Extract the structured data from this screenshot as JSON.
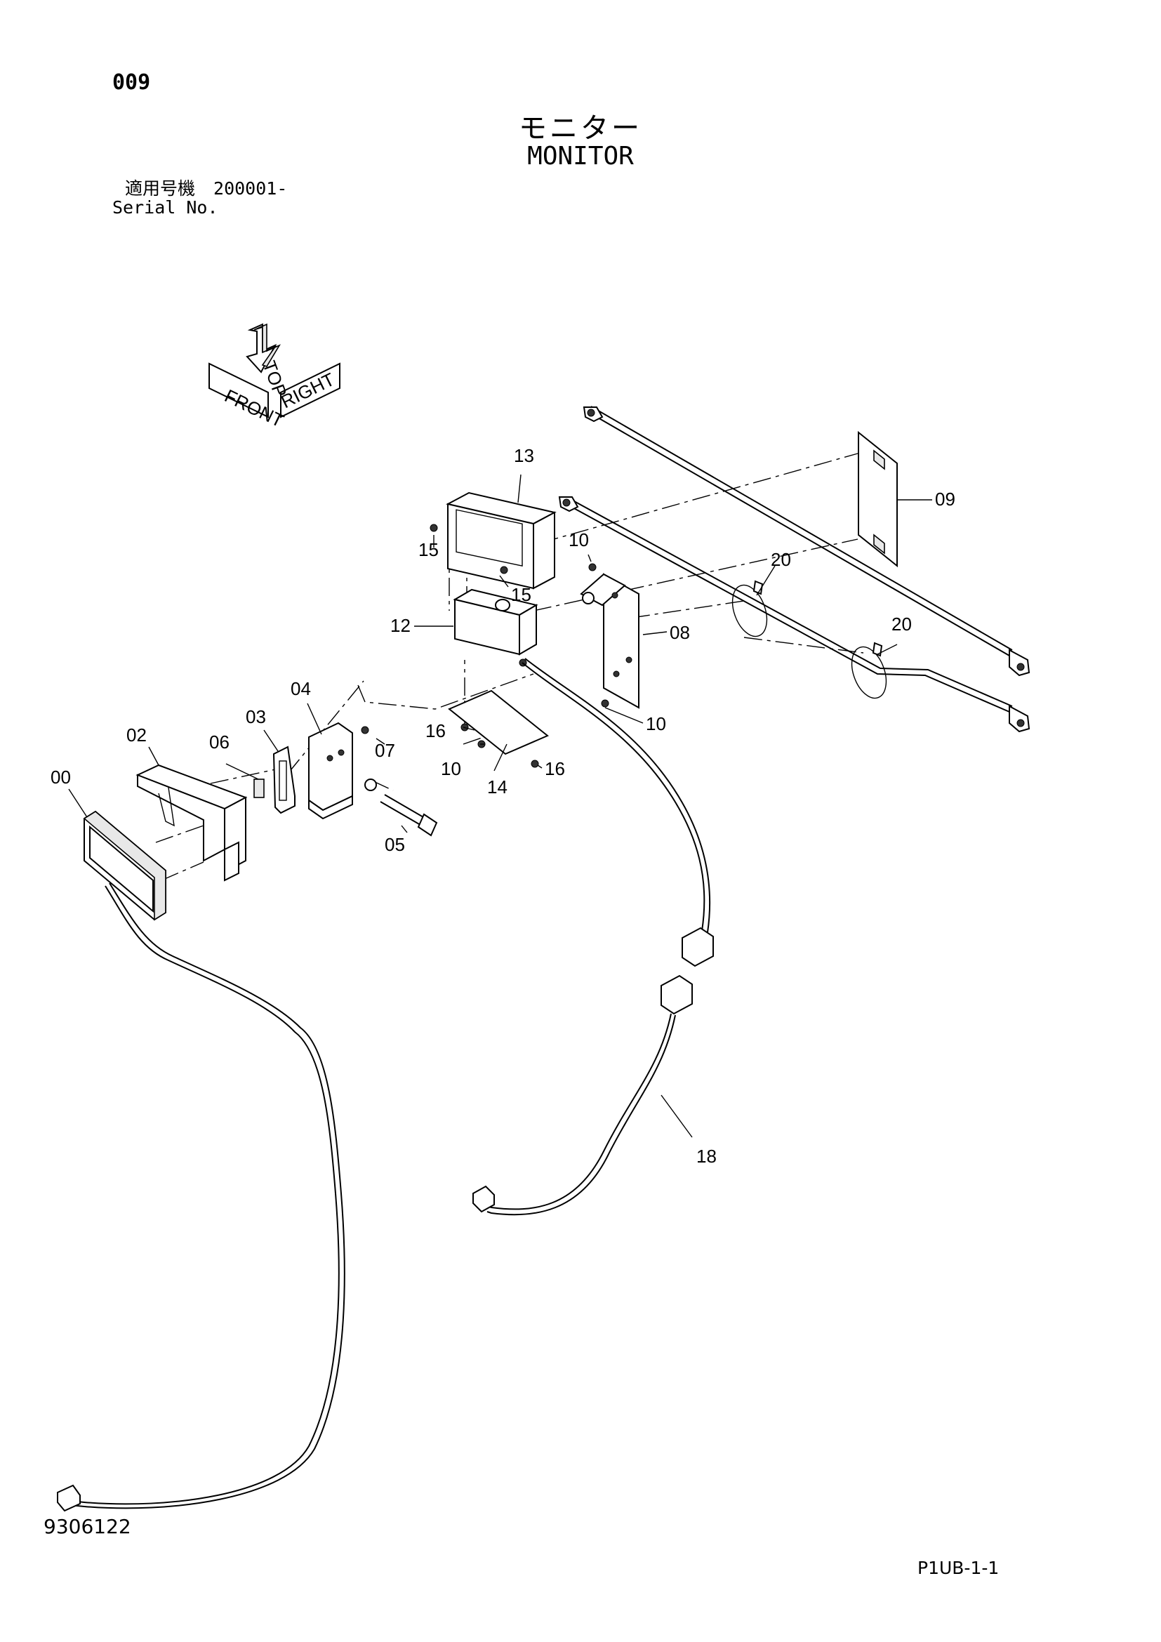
{
  "page": {
    "number": "009",
    "figure_id": "9306122",
    "code": "P1UB-1-1"
  },
  "title": {
    "jp": "モニター",
    "en": "MONITOR"
  },
  "serial": {
    "label_jp": "適用号機",
    "label_en": "Serial No.",
    "value": "200001-"
  },
  "orientation": {
    "front": "FRONT",
    "right": "RIGHT",
    "top": "TOP"
  },
  "callouts": {
    "p00": "00",
    "p02": "02",
    "p03": "03",
    "p04": "04",
    "p05": "05",
    "p06": "06",
    "p07": "07",
    "p08": "08",
    "p09": "09",
    "p10a": "10",
    "p10b": "10",
    "p10c": "10",
    "p12": "12",
    "p13": "13",
    "p14": "14",
    "p15a": "15",
    "p15b": "15",
    "p16a": "16",
    "p16b": "16",
    "p18": "18",
    "p20a": "20",
    "p20b": "20"
  }
}
